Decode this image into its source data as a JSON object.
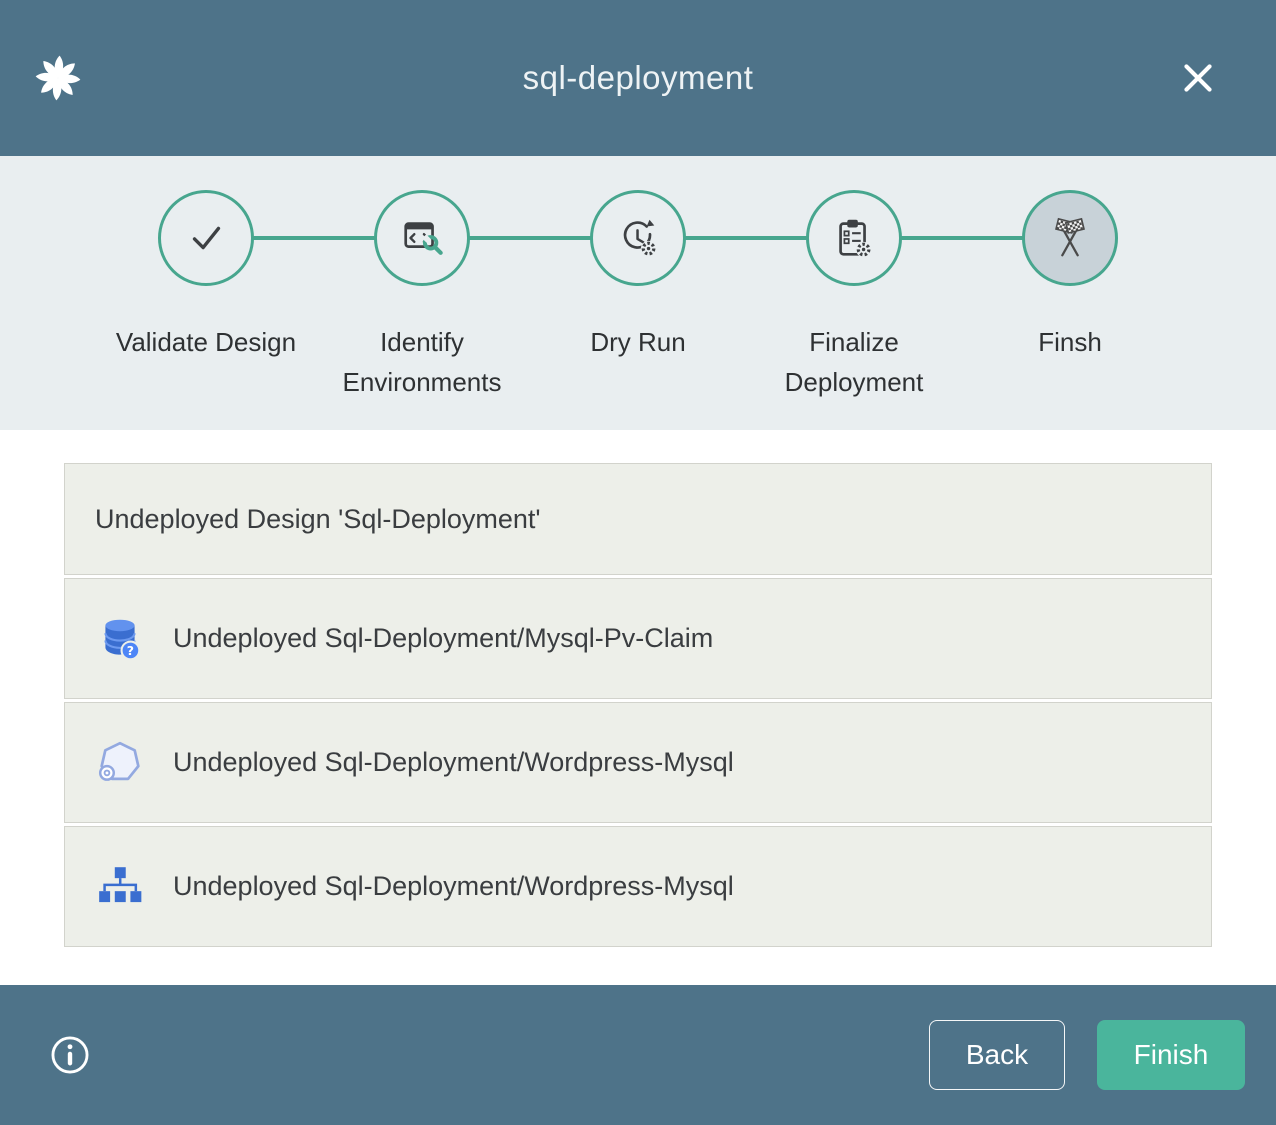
{
  "header": {
    "title": "sql-deployment"
  },
  "stepper": {
    "steps": [
      {
        "label": "Validate Design",
        "icon": "check-icon",
        "state": "done"
      },
      {
        "label": "Identify Environments",
        "icon": "code-wrench-icon",
        "state": "done"
      },
      {
        "label": "Dry Run",
        "icon": "dry-run-icon",
        "state": "done"
      },
      {
        "label": "Finalize Deployment",
        "icon": "clipboard-gear-icon",
        "state": "done"
      },
      {
        "label": "Finsh",
        "icon": "checkered-flags-icon",
        "state": "current"
      }
    ]
  },
  "messages": {
    "rows": [
      {
        "text": "Undeployed Design 'Sql-Deployment'",
        "icon": ""
      },
      {
        "text": "Undeployed Sql-Deployment/Mysql-Pv-Claim",
        "icon": "database-icon"
      },
      {
        "text": "Undeployed Sql-Deployment/Wordpress-Mysql",
        "icon": "pod-icon"
      },
      {
        "text": "Undeployed Sql-Deployment/Wordpress-Mysql",
        "icon": "topology-icon"
      }
    ]
  },
  "footer": {
    "back_label": "Back",
    "finish_label": "Finish"
  },
  "colors": {
    "header_bg": "#4e7389",
    "accent_teal": "#47a68e",
    "finish_button": "#4ab59c",
    "stepper_bg": "#e9eef0",
    "active_step_fill": "#c8d2d8",
    "row_bg": "#edefe9",
    "icon_blue": "#3a6ed0"
  }
}
